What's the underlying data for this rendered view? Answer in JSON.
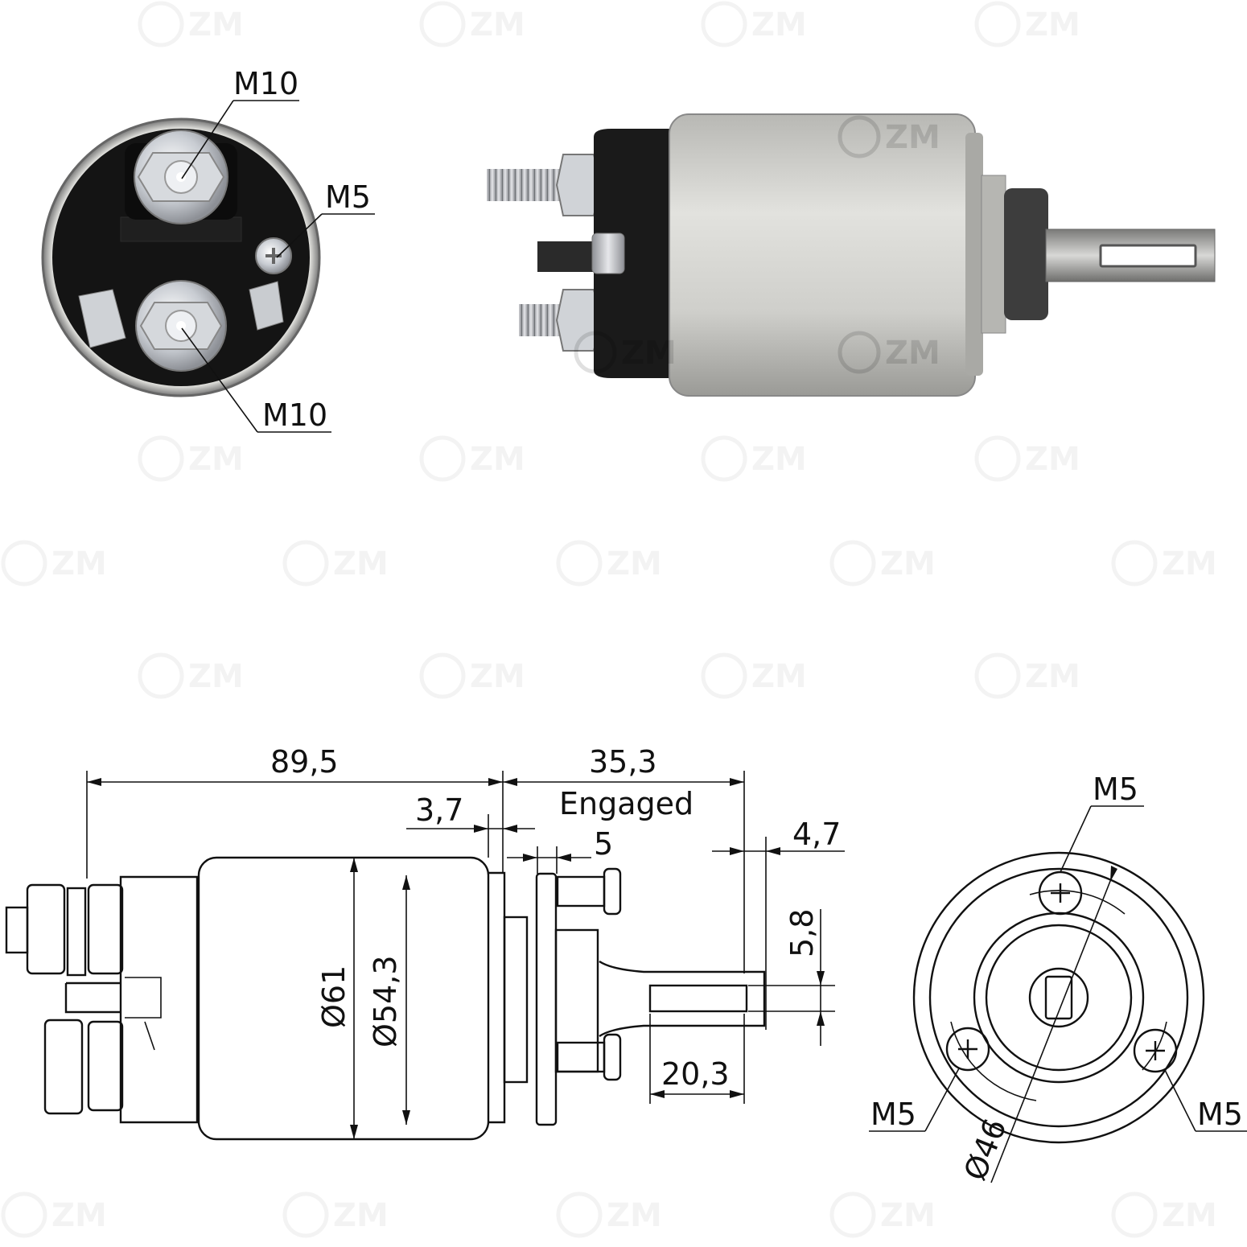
{
  "watermark": {
    "text": "ZM",
    "emblem": "ZM"
  },
  "photo_end_view": {
    "labels": {
      "top_terminal": "M10",
      "small_terminal": "M5",
      "bottom_terminal": "M10"
    }
  },
  "drawing_side_view": {
    "dimensions": {
      "overall_length": "89,5",
      "plunger_engaged": "35,3",
      "engaged_label": "Engaged",
      "gap": "3,7",
      "flange_thickness": "5",
      "tip_offset": "4,7",
      "slot_width": "5,8",
      "slot_length": "20,3",
      "body_diameter": "Ø61",
      "inner_diameter": "Ø54,3"
    }
  },
  "drawing_end_view": {
    "labels": {
      "top_screw": "M5",
      "left_screw": "M5",
      "right_screw": "M5",
      "bolt_circle": "Ø46"
    }
  }
}
